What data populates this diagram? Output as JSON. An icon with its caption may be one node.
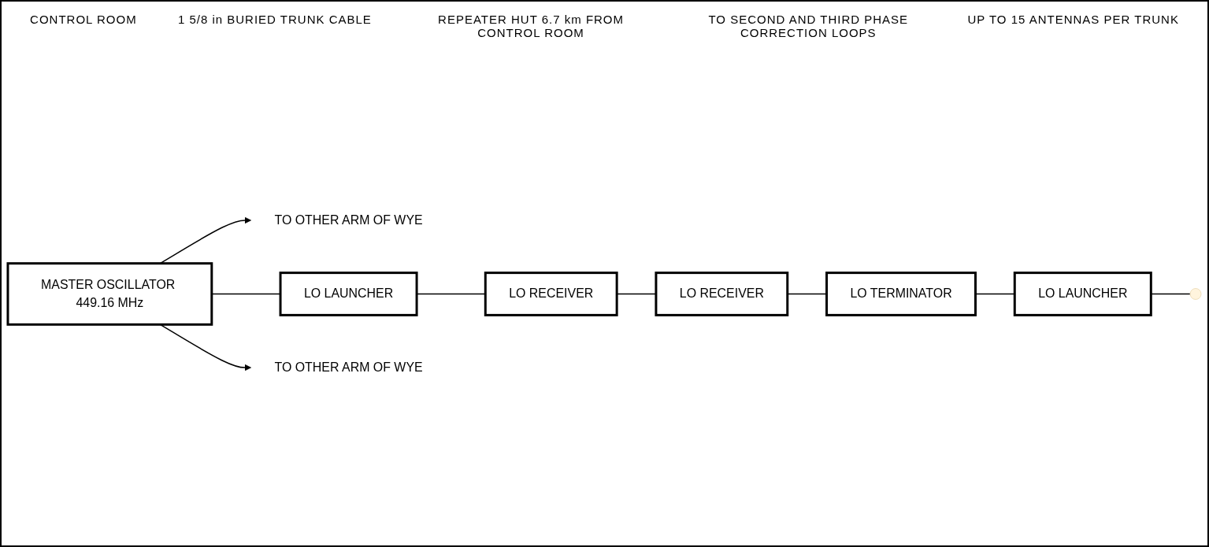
{
  "diagram": {
    "nodes": [
      {
        "text": [
          "TO OTHER ARM OF WYE"
        ]
      },
      {
        "text": [
          "MASTER OSCILLATOR 449.16 MHz"
        ]
      },
      {
        "text": [
          "LO LAUNCHER"
        ]
      },
      {
        "text": [
          "LO RECEIVER"
        ]
      },
      {
        "text": [
          "LO RECEIVER"
        ]
      },
      {
        "text": [
          "LO TERMINATOR"
        ]
      },
      {
        "text": [
          "LO LAUNCHER"
        ]
      },
      {
        "text": [
          "TO OTHER ARM OF WYE"
        ]
      }
    ],
    "edges": [
      {
        "from": 1,
        "to": 0,
        "arrow": "to"
      },
      {
        "from": 1,
        "to": 7,
        "arrow": "to"
      },
      {
        "from": 1,
        "to": 2,
        "arrow": "none"
      },
      {
        "from": 2,
        "to": 3,
        "arrow": "none"
      },
      {
        "from": 3,
        "to": 4,
        "arrow": "none"
      },
      {
        "from": 4,
        "to": 5,
        "arrow": "none"
      },
      {
        "from": 5,
        "to": 6,
        "arrow": "none"
      },
      {
        "from": 6,
        "to": null,
        "arrow": "none"
      }
    ],
    "labels": [
      "CONTROL ROOM",
      "1 5/8 in BURIED TRUNK CABLE",
      "REPEATER HUT 6.7 km FROM CONTROL ROOM",
      "TO SECOND AND THIRD PHASE CORRECTION LOOPS",
      "UP TO 15 ANTENNAS PER TRUNK"
    ]
  }
}
